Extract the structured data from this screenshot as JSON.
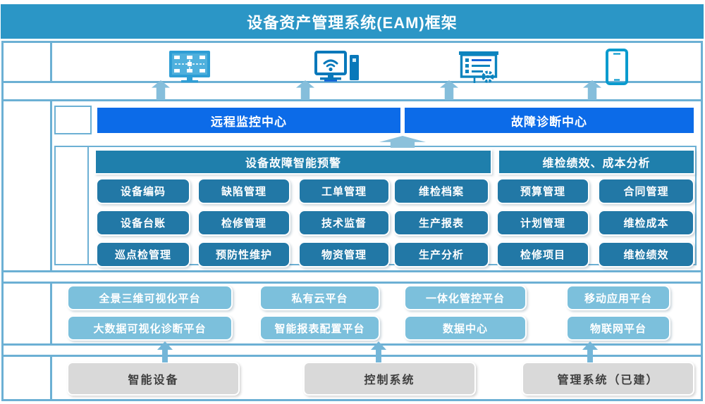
{
  "title": "设备资产管理系统(EAM)框架",
  "terminal_icons": [
    {
      "name": "scada-screen-icon"
    },
    {
      "name": "workstation-wifi-icon"
    },
    {
      "name": "report-board-icon"
    },
    {
      "name": "smartphone-icon"
    }
  ],
  "centers": {
    "remote": "远程监控中心",
    "diagnosis": "故障诊断中心"
  },
  "module_headers": {
    "warning": "设备故障智能预警",
    "analysis": "维检绩效、成本分析"
  },
  "module_grid": {
    "row1": [
      "设备编码",
      "缺陷管理",
      "工单管理",
      "维检档案",
      "预算管理",
      "合同管理"
    ],
    "row2": [
      "设备台账",
      "检修管理",
      "技术监督",
      "生产报表",
      "计划管理",
      "维检成本"
    ],
    "row3": [
      "巡点检管理",
      "预防性维护",
      "物资管理",
      "生产分析",
      "检修项目",
      "维检绩效"
    ]
  },
  "platforms": {
    "row1": [
      "全景三维可视化平台",
      "私有云平台",
      "一体化管控平台",
      "移动应用平台"
    ],
    "row2": [
      "大数据可视化诊断平台",
      "智能报表配置平台",
      "数据中心",
      "物联网平台"
    ]
  },
  "base_systems": [
    "智能设备",
    "控制系统",
    "管理系统（已建）"
  ],
  "colors": {
    "title_bar": "#2B96C6",
    "frame_border": "#6CB0D4",
    "center_bar_blue": "#0C6BE8",
    "module_header": "#1F7FAC",
    "module_button": "#2278A6",
    "platform_button": "#7CC0DC",
    "base_button": "#D9D9D9",
    "arrow_light": "#85BEDB"
  }
}
